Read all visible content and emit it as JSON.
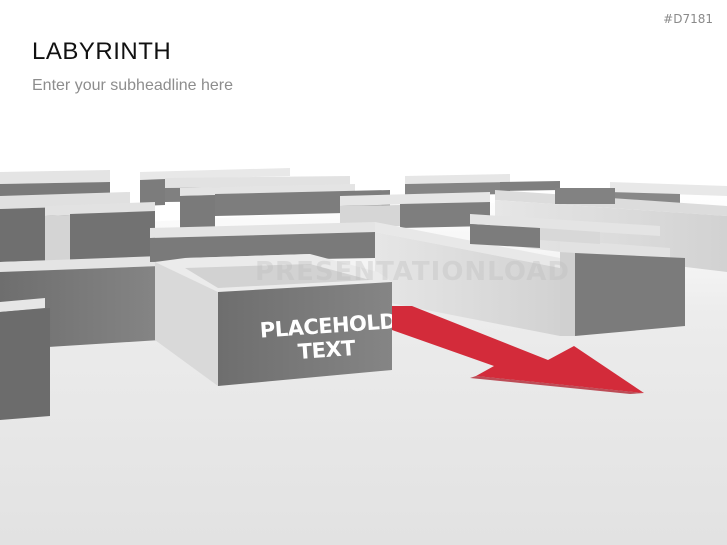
{
  "slide": {
    "id": "#D7181",
    "title": "LABYRINTH",
    "subtitle": "Enter your subheadline here"
  },
  "maze": {
    "placeholder_line1": "PLACEHOLDER",
    "placeholder_line2": "TEXT",
    "watermark": "PRESENTATIONLOAD",
    "arrow_color": "#d32b3a"
  }
}
